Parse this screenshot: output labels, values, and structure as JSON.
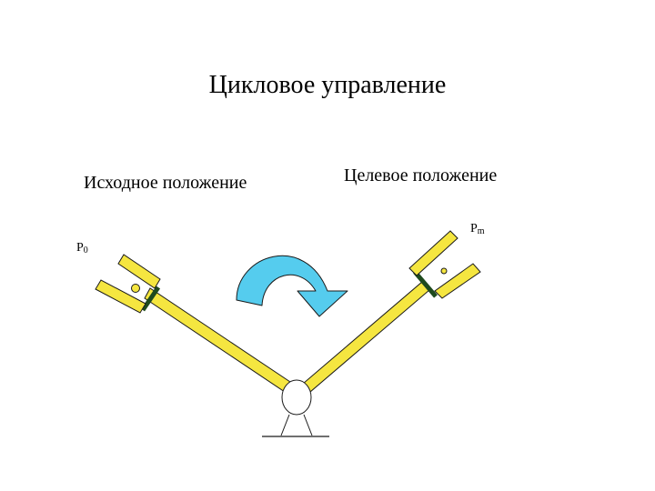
{
  "title": "Цикловое управление",
  "start_label": "Исходное положение",
  "target_label": "Целевое положение",
  "start_point": {
    "letter": "P",
    "index": "0"
  },
  "target_point": {
    "letter": "P",
    "index": "m"
  },
  "colors": {
    "arm": "#f5e640",
    "arm_outline": "#1a1a1a",
    "gripper_base": "#1e4a1e",
    "arrow": "#55ccee",
    "joint": "#ffffff"
  }
}
